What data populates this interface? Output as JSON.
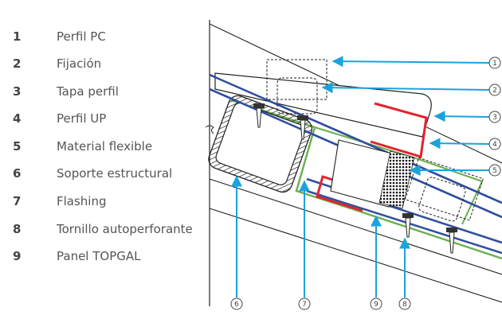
{
  "legend": [
    {
      "num": "1",
      "label": "Perfil PC"
    },
    {
      "num": "2",
      "label": "Fijación"
    },
    {
      "num": "3",
      "label": "Tapa perfil"
    },
    {
      "num": "4",
      "label": "Perfil UP"
    },
    {
      "num": "5",
      "label": "Material flexible"
    },
    {
      "num": "6",
      "label": "Soporte estructural"
    },
    {
      "num": "7",
      "label": "Flashing"
    },
    {
      "num": "8",
      "label": "Tornillo autoperforante"
    },
    {
      "num": "9",
      "label": "Panel TOPGAL"
    }
  ],
  "callouts": {
    "c1": "1",
    "c2": "2",
    "c3": "3",
    "c4": "4",
    "c5": "5",
    "c6": "6",
    "c7": "7",
    "c8": "8",
    "c9": "9"
  },
  "colors": {
    "arrow": "#1aa3dc",
    "panel_blue": "#2f4ea0",
    "flashing_green": "#6ab04c",
    "profile_red": "#e0242e",
    "line": "#222222"
  }
}
